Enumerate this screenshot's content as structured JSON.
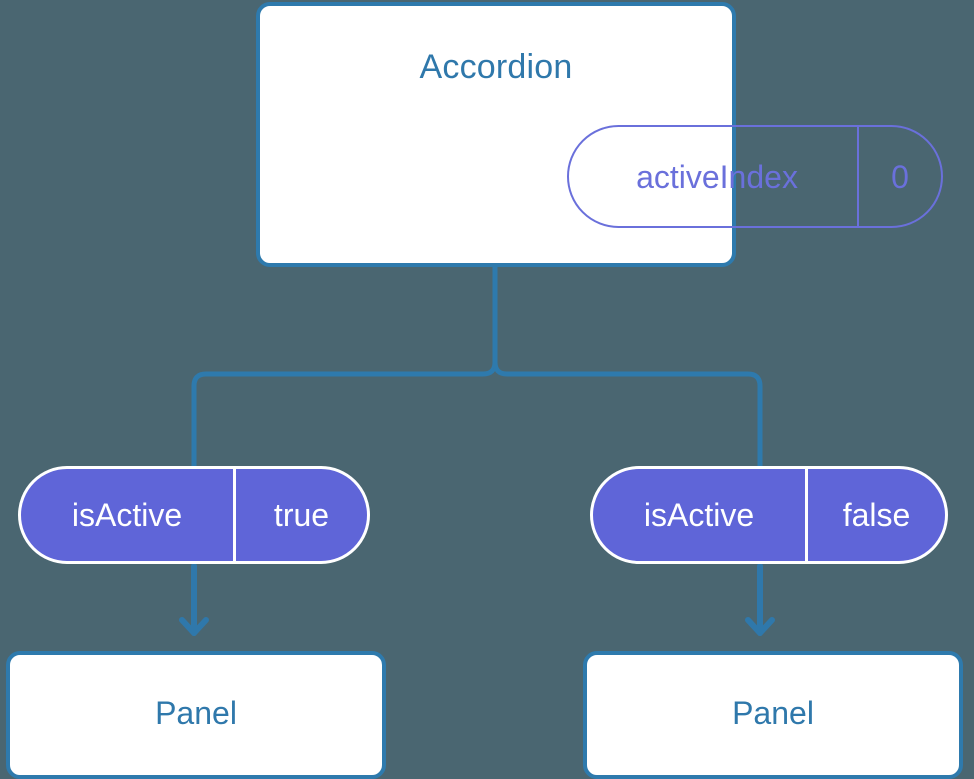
{
  "diagram": {
    "title_node": {
      "label": "Accordion",
      "state_pill": {
        "key": "activeIndex",
        "value": "0"
      }
    },
    "branches": [
      {
        "side": "left",
        "prop_pill": {
          "key": "isActive",
          "value": "true"
        },
        "child": {
          "label": "Panel"
        }
      },
      {
        "side": "right",
        "prop_pill": {
          "key": "isActive",
          "value": "false"
        },
        "child": {
          "label": "Panel"
        }
      }
    ],
    "colors": {
      "background": "#4a6671",
      "card_border": "#2e7aad",
      "card_fill": "#ffffff",
      "title_text": "#2f78ab",
      "state_pill_stroke": "#6a70db",
      "prop_pill_fill": "#5f65d8",
      "prop_pill_stroke": "#ffffff",
      "connector": "#2e7aad",
      "arrow": "#2f78ab"
    }
  }
}
